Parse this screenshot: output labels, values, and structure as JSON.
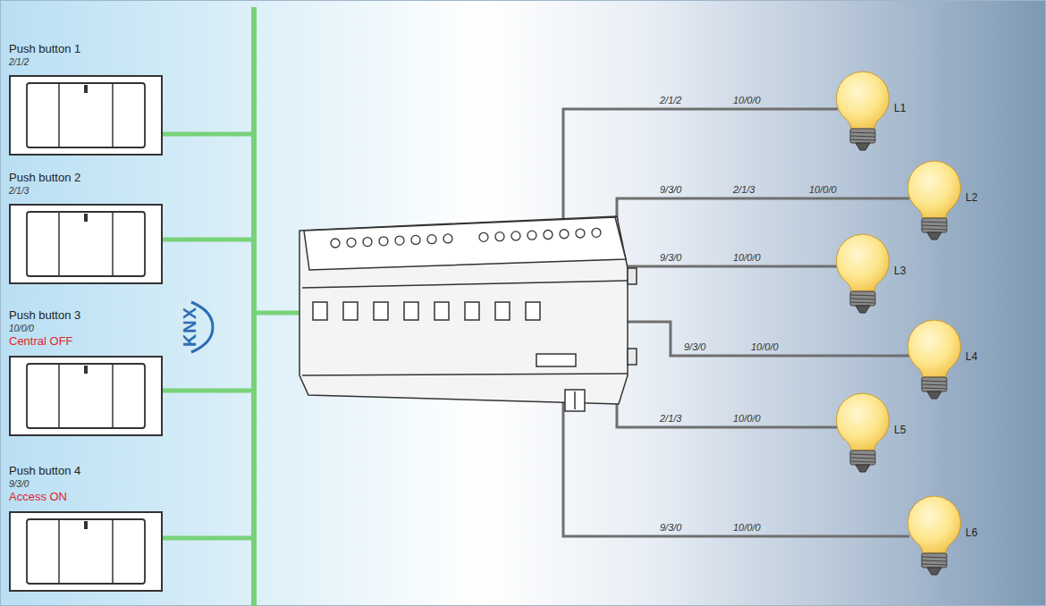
{
  "diagram": {
    "nodes": [
      {
        "text": [
          "Push button 1",
          "2/1/2"
        ]
      },
      {
        "text": [
          "Push button 2",
          "2/1/3"
        ]
      },
      {
        "text": [
          "Push button 3",
          "10/0/0",
          "Central OFF"
        ]
      },
      {
        "text": [
          "Push button 4",
          "9/3/0",
          "Access ON"
        ]
      },
      {
        "text": [
          "L1"
        ]
      },
      {
        "text": [
          "L2"
        ]
      },
      {
        "text": [
          "L3"
        ]
      },
      {
        "text": [
          "L4"
        ]
      },
      {
        "text": [
          "L5"
        ]
      },
      {
        "text": [
          "L6"
        ]
      }
    ],
    "labels": [
      "KNX",
      "2/1/2",
      "10/0/0",
      "9/3/0",
      "2/1/3",
      "10/0/0",
      "9/3/0",
      "10/0/0",
      "9/3/0",
      "10/0/0",
      "2/1/3",
      "10/0/0",
      "9/3/0",
      "10/0/0"
    ]
  }
}
